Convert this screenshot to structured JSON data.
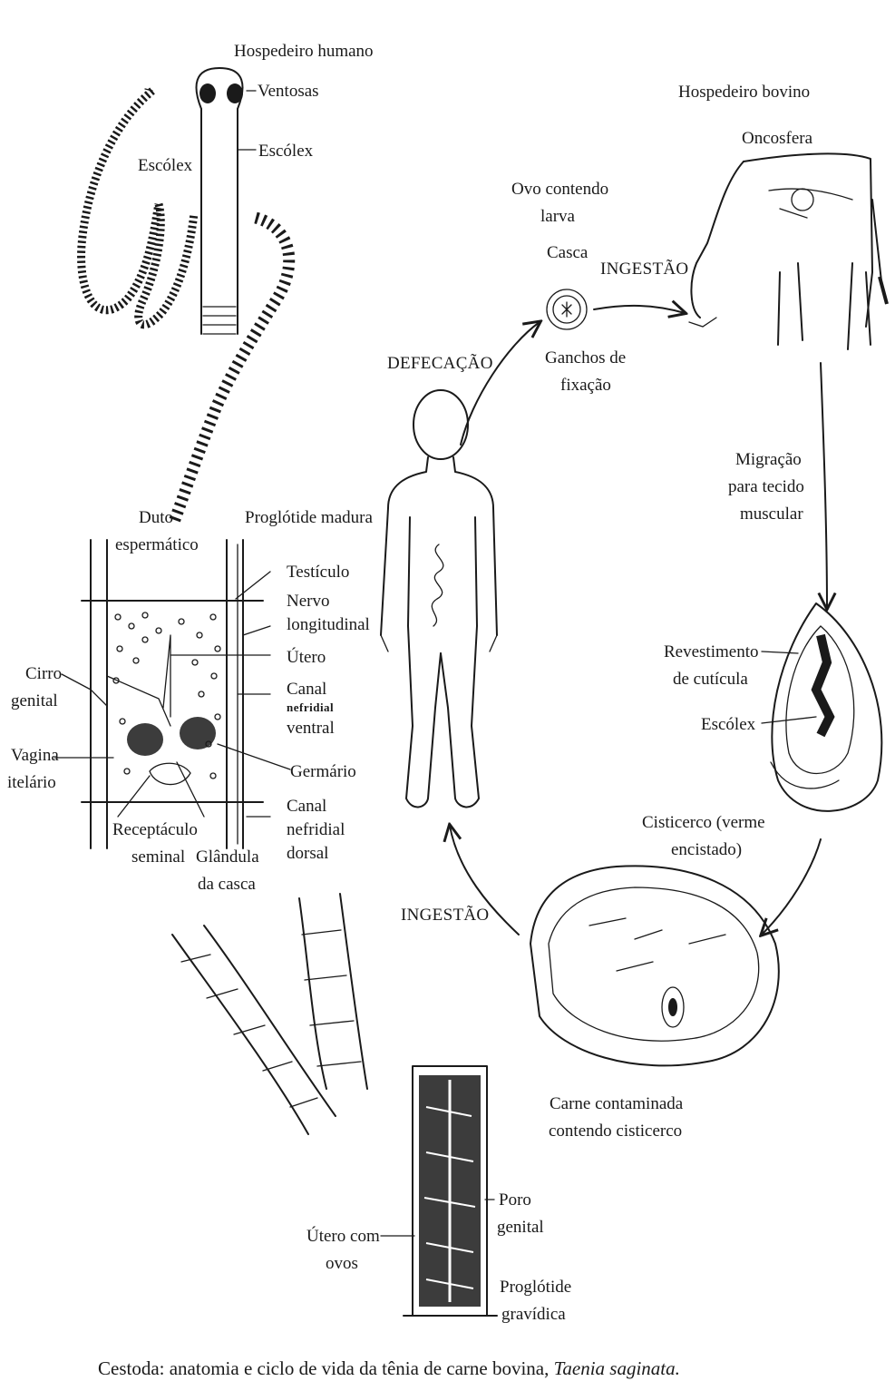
{
  "labels": {
    "hospedeiro_humano": "Hospedeiro humano",
    "ventosas": "Ventosas",
    "escolex_left": "Escólex",
    "escolex_right": "Escólex",
    "hospedeiro_bovino": "Hospedeiro bovino",
    "oncosfera": "Oncosfera",
    "ovo_contendo": "Ovo contendo",
    "larva": "larva",
    "casca": "Casca",
    "ingestao_top": "INGESTÃO",
    "ganchos_de": "Ganchos de",
    "fixacao": "fixação",
    "defecacao": "DEFECAÇÃO",
    "migracao": "Migração",
    "para_tecido": "para tecido",
    "muscular": "muscular",
    "duto": "Duto",
    "espermatico": "espermático",
    "proglotide_madura": "Proglótide madura",
    "testiculo": "Testículo",
    "nervo": "Nervo",
    "longitudinal": "longitudinal",
    "utero": "Útero",
    "canal_v": "Canal",
    "nefridial_v": "nefridial",
    "ventral": "ventral",
    "cirro": "Cirro",
    "genital": "genital",
    "vagina": "Vagina",
    "vitelario": "itelário",
    "germario": "Germário",
    "receptaculo": "Receptáculo",
    "seminal": "seminal",
    "glandula": "Glândula",
    "da_casca": "da casca",
    "canal_d": "Canal",
    "nefridial_d": "nefridial",
    "dorsal": "dorsal",
    "revestimento": "Revestimento",
    "de_cuticula": "de cutícula",
    "escolex_cyst": "Escólex",
    "cisticerco": "Cisticerco (verme",
    "encistado": "encistado)",
    "ingestao_left": "INGESTÃO",
    "carne": "Carne contaminada",
    "contendo_cisticerco": "contendo cisticerco",
    "poro": "Poro",
    "genital_poro": "genital",
    "utero_com": "Útero com",
    "ovos": "ovos",
    "proglotide": "Proglótide",
    "gravidica": "gravídica"
  },
  "caption": {
    "text": "Cestoda: anatomia e ciclo de vida da tênia de carne bovina, ",
    "italic": "Taenia saginata."
  }
}
